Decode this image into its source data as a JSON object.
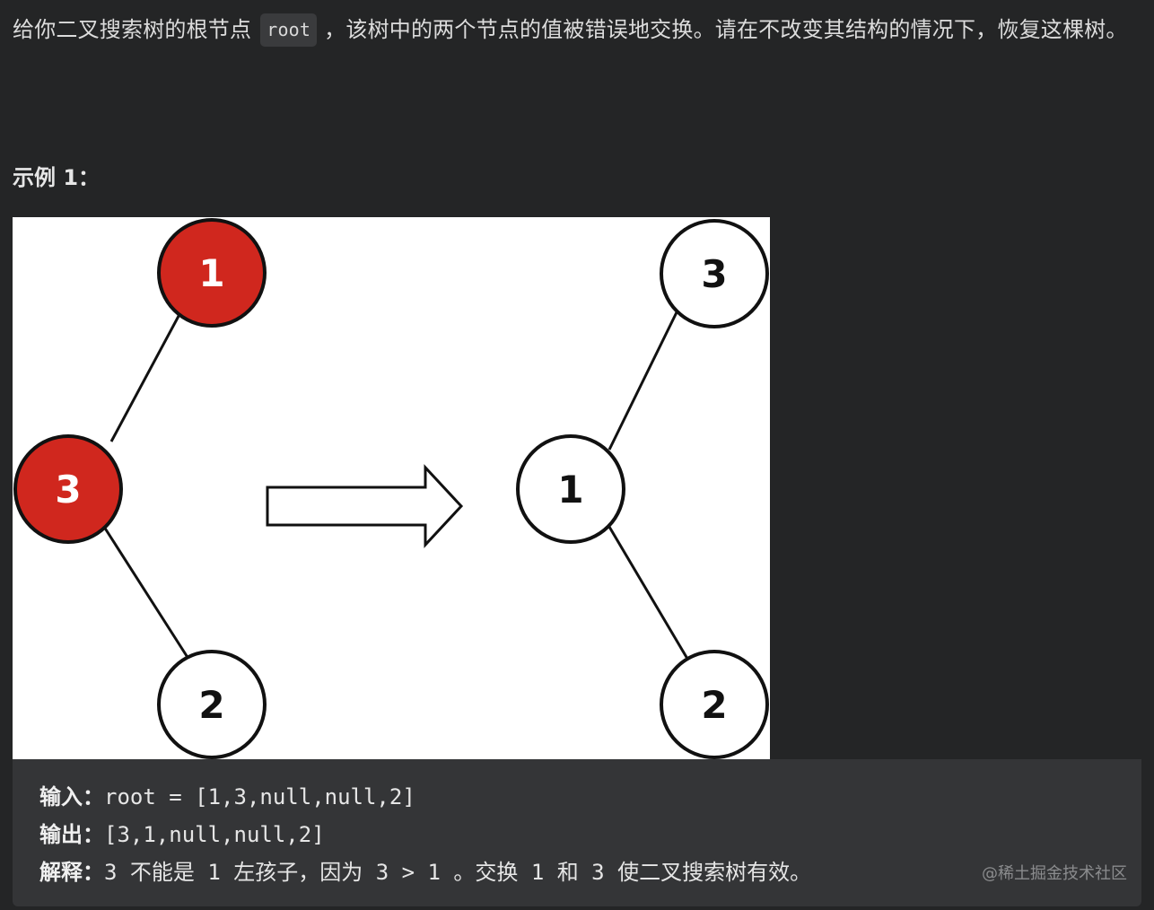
{
  "problem": {
    "text_before": "给你二叉搜索树的根节点",
    "code": "root",
    "text_after": "，该树中的两个节点的值被错误地交换。请在不改变其结构的情况下，恢复这棵树。"
  },
  "example": {
    "title": "示例 1："
  },
  "diagram": {
    "colors": {
      "swapped_fill": "#d0271e",
      "normal_fill": "#ffffff",
      "stroke": "#111111",
      "swapped_text": "#ffffff",
      "normal_text": "#111111"
    },
    "left_tree": {
      "root": "1",
      "left": "3",
      "right": "2"
    },
    "right_tree": {
      "root": "3",
      "left": "1",
      "right": "2"
    },
    "arrow_icon": "right-arrow-outline"
  },
  "io": {
    "input_label": "输入：",
    "input_value": "root = [1,3,null,null,2]",
    "output_label": "输出：",
    "output_value": "[3,1,null,null,2]",
    "explanation_label": "解释：",
    "explanation_value": "3 不能是 1 左孩子，因为 3 > 1 。交换 1 和 3 使二叉搜索树有效。"
  },
  "watermark": "@稀土掘金技术社区"
}
